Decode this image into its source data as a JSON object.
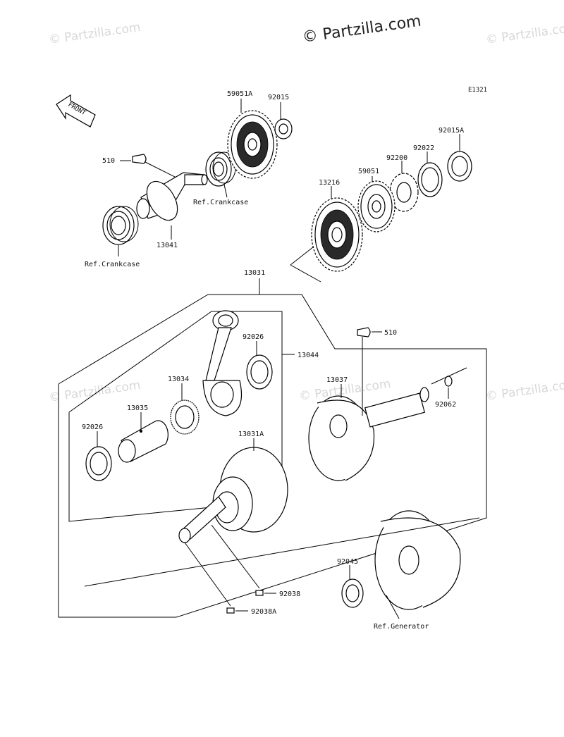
{
  "watermarks": {
    "main": "© Partzilla.com",
    "faint": "© Partzilla.com"
  },
  "diagram_code": "E1321",
  "front_arrow_label": "FRONT",
  "labels": {
    "p59051A": "59051A",
    "p92015": "92015",
    "p510_top": "510",
    "p13041": "13041",
    "ref_crankcase_1": "Ref.Crankcase",
    "ref_crankcase_2": "Ref.Crankcase",
    "p92015A": "92015A",
    "p92022": "92022",
    "p92200": "92200",
    "p59051": "59051",
    "p13216": "13216",
    "p13031": "13031",
    "p92026_top": "92026",
    "p13044": "13044",
    "p13034": "13034",
    "p13035": "13035",
    "p92026_left": "92026",
    "p510_mid": "510",
    "p13037": "13037",
    "p92062": "92062",
    "p13031A": "13031A",
    "p92045": "92045",
    "p92038": "92038",
    "p92038A": "92038A",
    "ref_generator": "Ref.Generator"
  },
  "colors": {
    "line": "#000000",
    "watermark": "#d8d8d8",
    "background": "#ffffff"
  }
}
